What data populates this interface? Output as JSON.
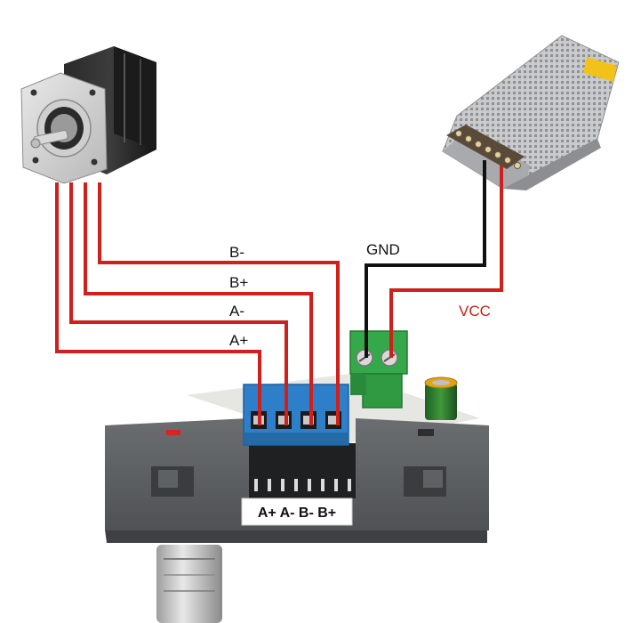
{
  "wire_labels": {
    "b_minus": "B-",
    "b_plus": "B+",
    "a_minus": "A-",
    "a_plus": "A+",
    "gnd": "GND",
    "vcc": "VCC"
  },
  "driver_pin_strip": "A+ A- B- B+",
  "colors": {
    "wire_red": "#d0201b",
    "wire_black": "#111111",
    "terminal_blue": "#2d7fc9",
    "terminal_green": "#35a84a",
    "housing_gray": "#5a5d60"
  }
}
